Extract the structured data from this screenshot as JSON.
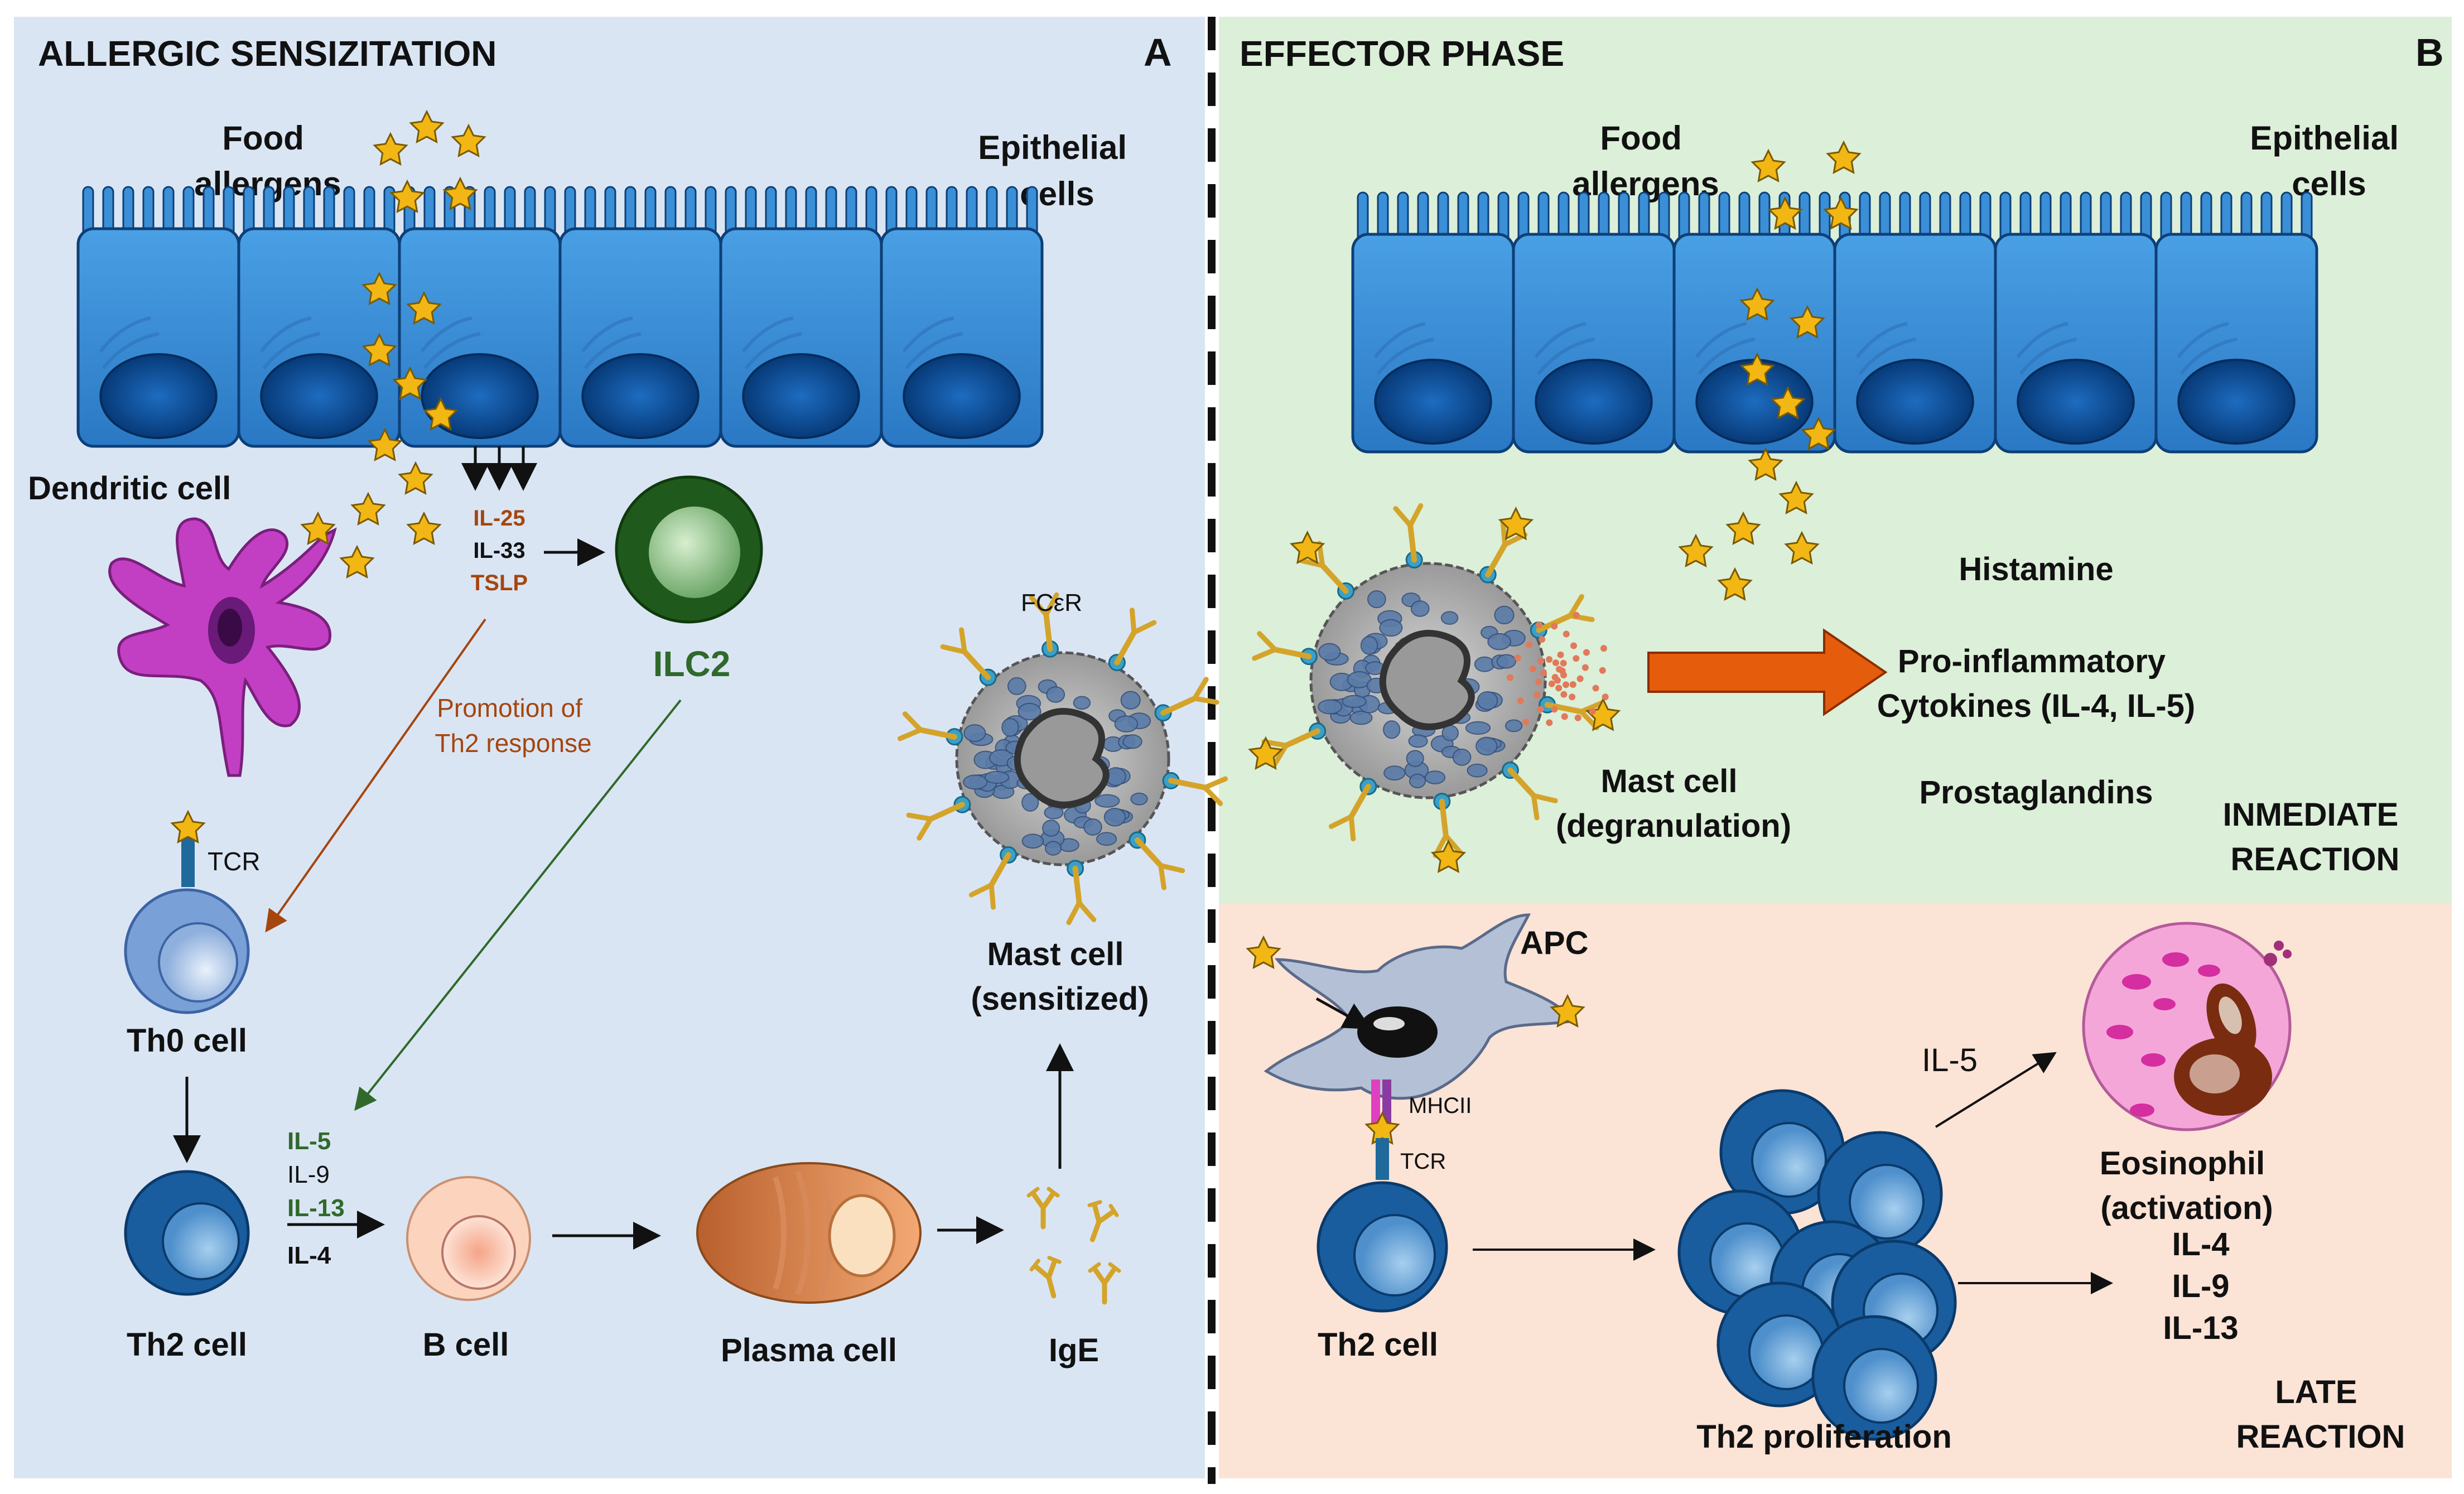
{
  "panel_a": {
    "title": "ALLERGIC SENSIZITATION",
    "letter": "A",
    "food_allergens": [
      "Food",
      "allergens"
    ],
    "epithelial_cells": [
      "Epithelial",
      "cells"
    ],
    "dendritic_cell": "Dendritic cell",
    "cytokines_epithelial": [
      "IL-25",
      "IL-33",
      "TSLP"
    ],
    "ilc2": "ILC2",
    "promotion": [
      "Promotion of",
      "Th2 response"
    ],
    "tcr": "TCR",
    "th0_cell": "Th0 cell",
    "th2_cell": "Th2 cell",
    "th2_cytokines": [
      "IL-5",
      "IL-9",
      "IL-13",
      "IL-4"
    ],
    "b_cell": "B cell",
    "plasma_cell": "Plasma cell",
    "ige": "IgE",
    "fcer": "FCεR",
    "mast_cell_sensitized": [
      "Mast cell",
      "(sensitized)"
    ]
  },
  "panel_b": {
    "title": "EFFECTOR PHASE",
    "letter": "B",
    "food_allergens": [
      "Food",
      "allergens"
    ],
    "epithelial_cells": [
      "Epithelial",
      "cells"
    ],
    "mast_cell_degranulation": [
      "Mast cell",
      "(degranulation)"
    ],
    "histamine": "Histamine",
    "proinflammatory": [
      "Pro-inflammatory",
      "Cytokines (IL-4, IL-5)"
    ],
    "prostaglandins": "Prostaglandins",
    "immediate_reaction": [
      "INMEDIATE",
      "REACTION"
    ],
    "apc": "APC",
    "mhcii": "MHCII",
    "tcr": "TCR",
    "th2_cell": "Th2 cell",
    "th2_proliferation": "Th2 proliferation",
    "il5": "IL-5",
    "eosinophil": [
      "Eosinophil",
      "(activation)"
    ],
    "late_cytokines": [
      "IL-4",
      "IL-9",
      "IL-13"
    ],
    "late_reaction": [
      "LATE",
      "REACTION"
    ]
  },
  "colors": {
    "panel_a_bg": "#dae5f4",
    "panel_b_top_bg": "#dcefd9",
    "panel_b_bottom_bg": "#fbe3d6",
    "epithelium": "#3a8fd6",
    "nucleus": "#0b4f9c",
    "star": "#f2b714",
    "dendritic": "#c23fc4",
    "ilc2_ring": "#1f5a1c",
    "brown_text": "#a4460e",
    "green_text": "#2f6a2a",
    "ige": "#d4a42a",
    "receptor": "#3aa0c8",
    "orange_arrow": "#e45c0c",
    "eosinophil": "#f4a6d8"
  }
}
